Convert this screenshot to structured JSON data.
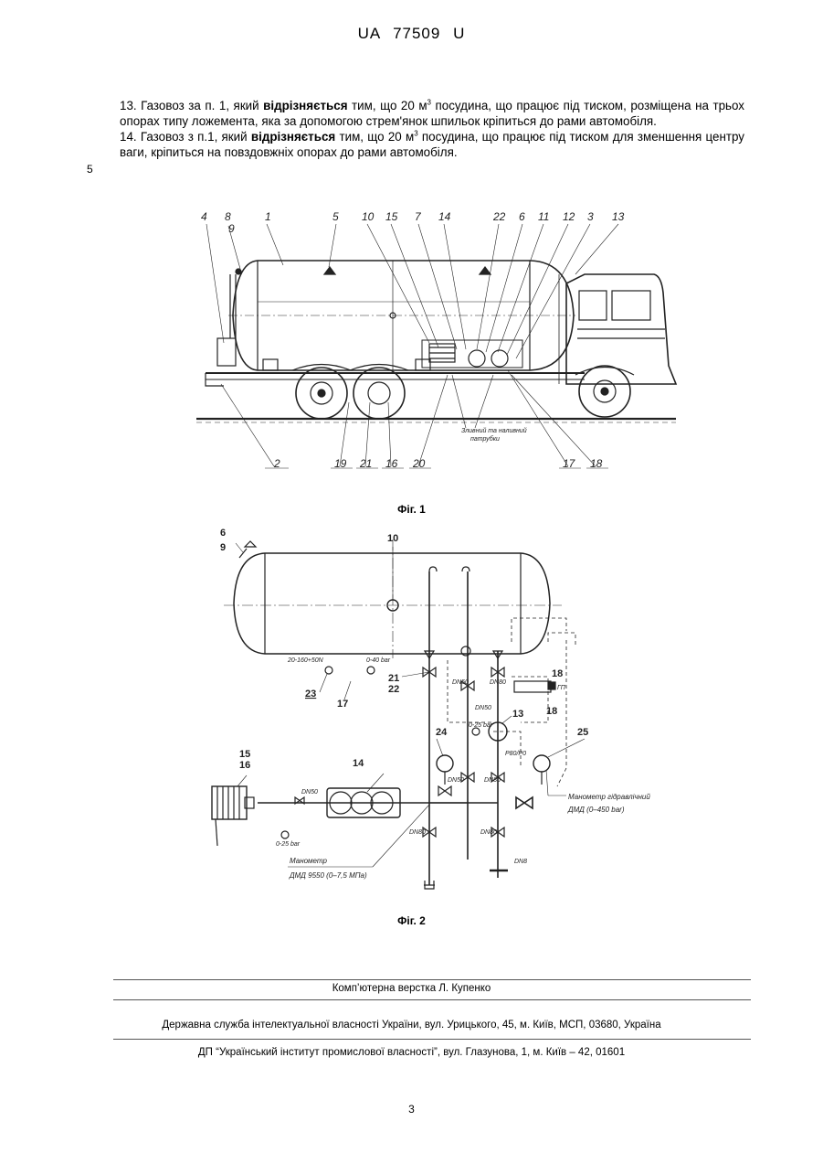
{
  "header": {
    "country": "UA",
    "number": "77509",
    "kind": "U"
  },
  "claims": {
    "c13": {
      "pre": "13. Газовоз за п. 1, який ",
      "bold": "відрізняється",
      "mid": " тим, що 20 м",
      "sup": "3",
      "post": " посудина, що працює під тиском, розміщена на трьох опорах типу ложемента, яка за допомогою стрем'янок шпильок кріпиться до рами автомобіля."
    },
    "c14": {
      "pre": "14. Газовоз з п.1, який ",
      "bold": "відрізняється",
      "mid": " тим, що 20 м",
      "sup": "3",
      "post": " посудина, що працює під тиском для зменшення центру ваги, кріпиться на повздовжніх опорах до рами автомобіля."
    },
    "line_number": "5"
  },
  "fig1": {
    "caption": "Фіг. 1",
    "top_labels": [
      "4",
      "8",
      "9",
      "1",
      "5",
      "10",
      "15",
      "7",
      "14",
      "22",
      "6",
      "11",
      "12",
      "3",
      "13"
    ],
    "bottom_labels": [
      "2",
      "19",
      "21",
      "16",
      "20",
      "17",
      "18"
    ],
    "note_line1": "Зливний та наливний",
    "note_line2": "патрубки"
  },
  "fig2": {
    "caption": "Фіг. 2",
    "labels": {
      "l6": "6",
      "l9": "9",
      "l10": "10",
      "l21": "21",
      "l22": "22",
      "l23": "23",
      "l17": "17",
      "l18a": "18",
      "l18b": "18",
      "l13": "13",
      "l24": "24",
      "l25": "25",
      "l15": "15",
      "l16": "16",
      "l14": "14",
      "gp": "ГП"
    },
    "small": {
      "p1": "20-160+50N",
      "p2": "0-40 bar",
      "p3": "0-25 bar",
      "p4": "0-25 bar",
      "dn50a": "DN50",
      "dn50b": "DN50",
      "dn50c": "DN50",
      "dn80a": "DN80",
      "dn80b": "DN80",
      "dn80c": "DN80",
      "dn80d": "DN80",
      "dn50d": "DN50",
      "dn8": "DN8",
      "ru": "Р80/Р0"
    },
    "manometer_label": "Манометр",
    "manometer_spec": "ДМД 9550 (0–7,5 МПа)",
    "hydraulic_label": "Манометр гідравлічний",
    "hydraulic_spec": "ДМД (0–450 bar)"
  },
  "footer": {
    "layout": "Комп’ютерна верстка Л. Купенко",
    "agency": "Державна служба інтелектуальної власності України, вул. Урицького, 45, м. Київ, МСП, 03680, Україна",
    "institute": "ДП “Український інститут промислової власності”, вул. Глазунова, 1, м. Київ – 42, 01601",
    "page": "3"
  }
}
